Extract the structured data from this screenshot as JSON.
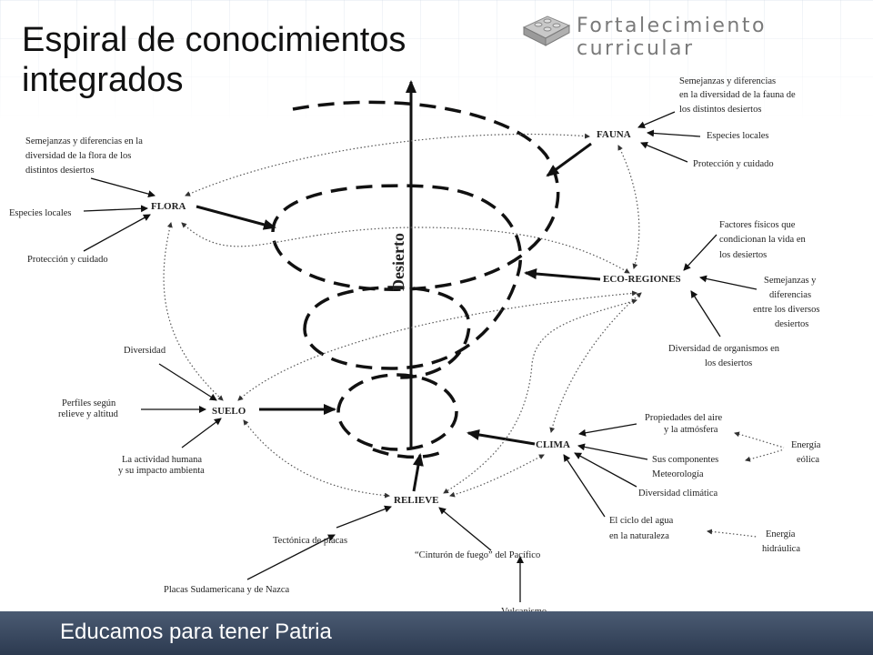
{
  "slide": {
    "title_line1": "Espiral de conocimientos",
    "title_line2": "integrados",
    "brand_text": "Fortalecimiento curricular",
    "footer_text": "Educamos para tener Patria",
    "axis_label": "Desierto"
  },
  "nodes": {
    "fauna": "FAUNA",
    "flora": "FLORA",
    "ecoregiones": "ECO-REGIONES",
    "suelo": "SUELO",
    "clima": "CLIMA",
    "relieve": "RELIEVE"
  },
  "labels": {
    "fauna_diff_1": "Semejanzas y diferencias",
    "fauna_diff_2": "en la diversidad de la fauna de",
    "fauna_diff_3": "los distintos desiertos",
    "fauna_especies": "Especies locales",
    "fauna_proteccion": "Protección y cuidado",
    "flora_diff_1": "Semejanzas y diferencias  en la",
    "flora_diff_2": "diversidad de la flora de los",
    "flora_diff_3": "distintos desiertos",
    "flora_especies": "Especies locales",
    "flora_proteccion": "Protección y cuidado",
    "eco_factores_1": "Factores físicos que",
    "eco_factores_2": "condicionan la vida en",
    "eco_factores_3": "los desiertos",
    "eco_semejanzas_1": "Semejanzas y",
    "eco_semejanzas_2": "diferencias",
    "eco_semejanzas_3": "entre los diversos",
    "eco_semejanzas_4": "desiertos",
    "eco_diversidad_1": "Diversidad de organismos en",
    "eco_diversidad_2": "los desiertos",
    "suelo_diversidad": "Diversidad",
    "suelo_perfiles_1": "Perfiles según",
    "suelo_perfiles_2": "relieve y altitud",
    "suelo_actividad_1": "La actividad humana",
    "suelo_actividad_2": "y su impacto ambienta",
    "clima_propiedades_1": "Propiedades del aire",
    "clima_propiedades_2": "y la atmósfera",
    "clima_componentes_1": "Sus componentes",
    "clima_componentes_2": "Meteorología",
    "clima_diversidad": "Diversidad climática",
    "clima_ciclo_1": "El ciclo del agua",
    "clima_ciclo_2": "en la naturaleza",
    "energia_eolica_1": "Energía",
    "energia_eolica_2": "eólica",
    "energia_hidraulica_1": "Energía",
    "energia_hidraulica_2": "hidráulica",
    "relieve_tectonica": "Tectónica de placas",
    "relieve_placas": "Placas Sudamericana  y de Nazca",
    "relieve_cinturon": "“Cinturón de fuego” del Pacífico",
    "relieve_vulcanismo": "Vulcanismo"
  },
  "colors": {
    "footer": "#3a4a62",
    "brand": "#7a7a7a",
    "lines": "#111111"
  }
}
